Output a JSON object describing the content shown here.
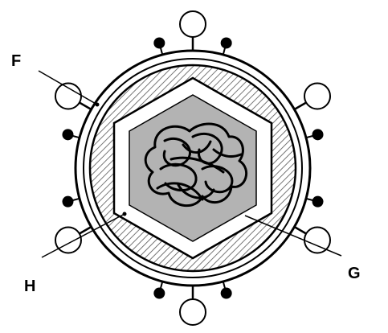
{
  "labels": {
    "f": "F",
    "g": "G",
    "h": "H"
  },
  "colors": {
    "stroke": "#000000",
    "background": "#ffffff",
    "capsid_fill": "#b3b3b3",
    "hatch": "#555555"
  },
  "structures": {
    "envelope": "outer-membrane-icon",
    "matrix": "hatched-matrix-layer-icon",
    "capsid": "hexagonal-capsid-icon",
    "genome": "tangled-nucleic-acid-icon",
    "spike_large": "glycoprotein-spike-round-head-icon",
    "spike_small": "glycoprotein-spike-knob-icon"
  }
}
